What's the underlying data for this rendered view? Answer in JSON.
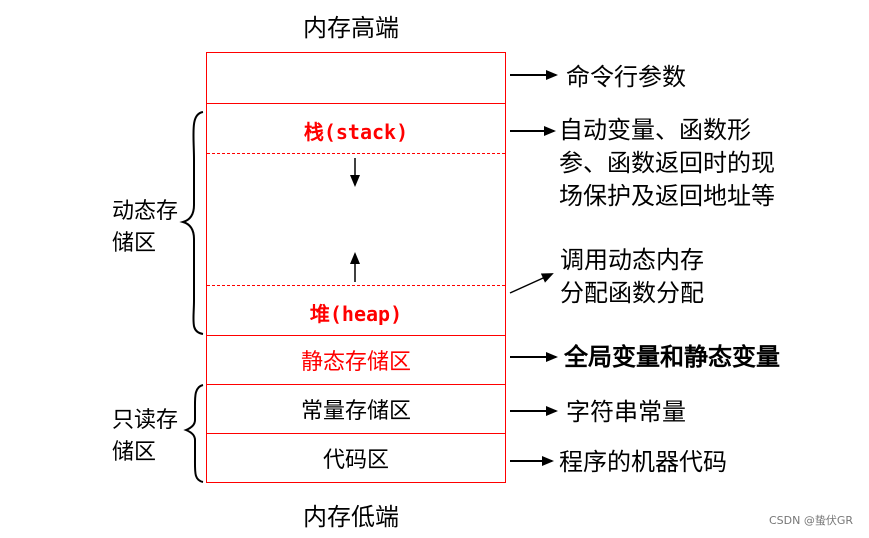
{
  "labels": {
    "top": "内存高端",
    "bottom": "内存低端"
  },
  "segments": {
    "cmdline": "",
    "stack": "栈(stack)",
    "heap": "堆(heap)",
    "static": "静态存储区",
    "const": "常量存储区",
    "code": "代码区"
  },
  "descriptions": {
    "cmdline": "命令行参数",
    "stack": [
      "自动变量、函数形",
      "参、函数返回时的现",
      "场保护及返回地址等"
    ],
    "heap": [
      "调用动态内存",
      "分配函数分配"
    ],
    "static": "全局变量和静态变量",
    "const": "字符串常量",
    "code": "程序的机器代码"
  },
  "groups": {
    "dynamic": [
      "动态存",
      "储区"
    ],
    "readonly": [
      "只读存",
      "储区"
    ]
  },
  "watermark": "CSDN @蛰伏GR",
  "colors": {
    "accent": "#ff0000",
    "text": "#000000"
  }
}
